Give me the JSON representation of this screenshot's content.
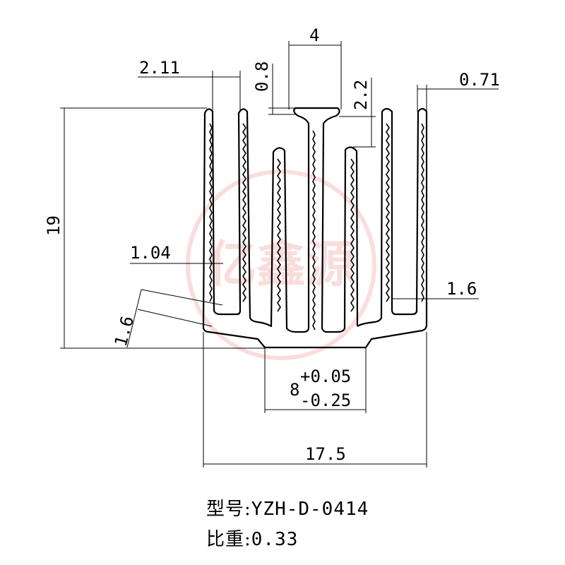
{
  "dimensions": {
    "top_tab_width": "4",
    "tab_thickness": "0.8",
    "tab_to_fin_gap": "2.2",
    "left_fin_pitch": "2.11",
    "right_fin_thickness": "0.71",
    "height": "19",
    "fin_thickness": "1.04",
    "base_thickness_right": "1.6",
    "base_thickness_left": "1.6",
    "base_step_width_nominal": "8",
    "base_step_tol_upper": "+0.05",
    "base_step_tol_lower": "-0.25",
    "overall_width": "17.5"
  },
  "watermark": {
    "text": "亿鑫源",
    "color": "#f0a0a0"
  },
  "caption": {
    "model_label": "型号:",
    "model_value": "YZH-D-0414",
    "density_label": "比重:",
    "density_value": "0.33"
  }
}
